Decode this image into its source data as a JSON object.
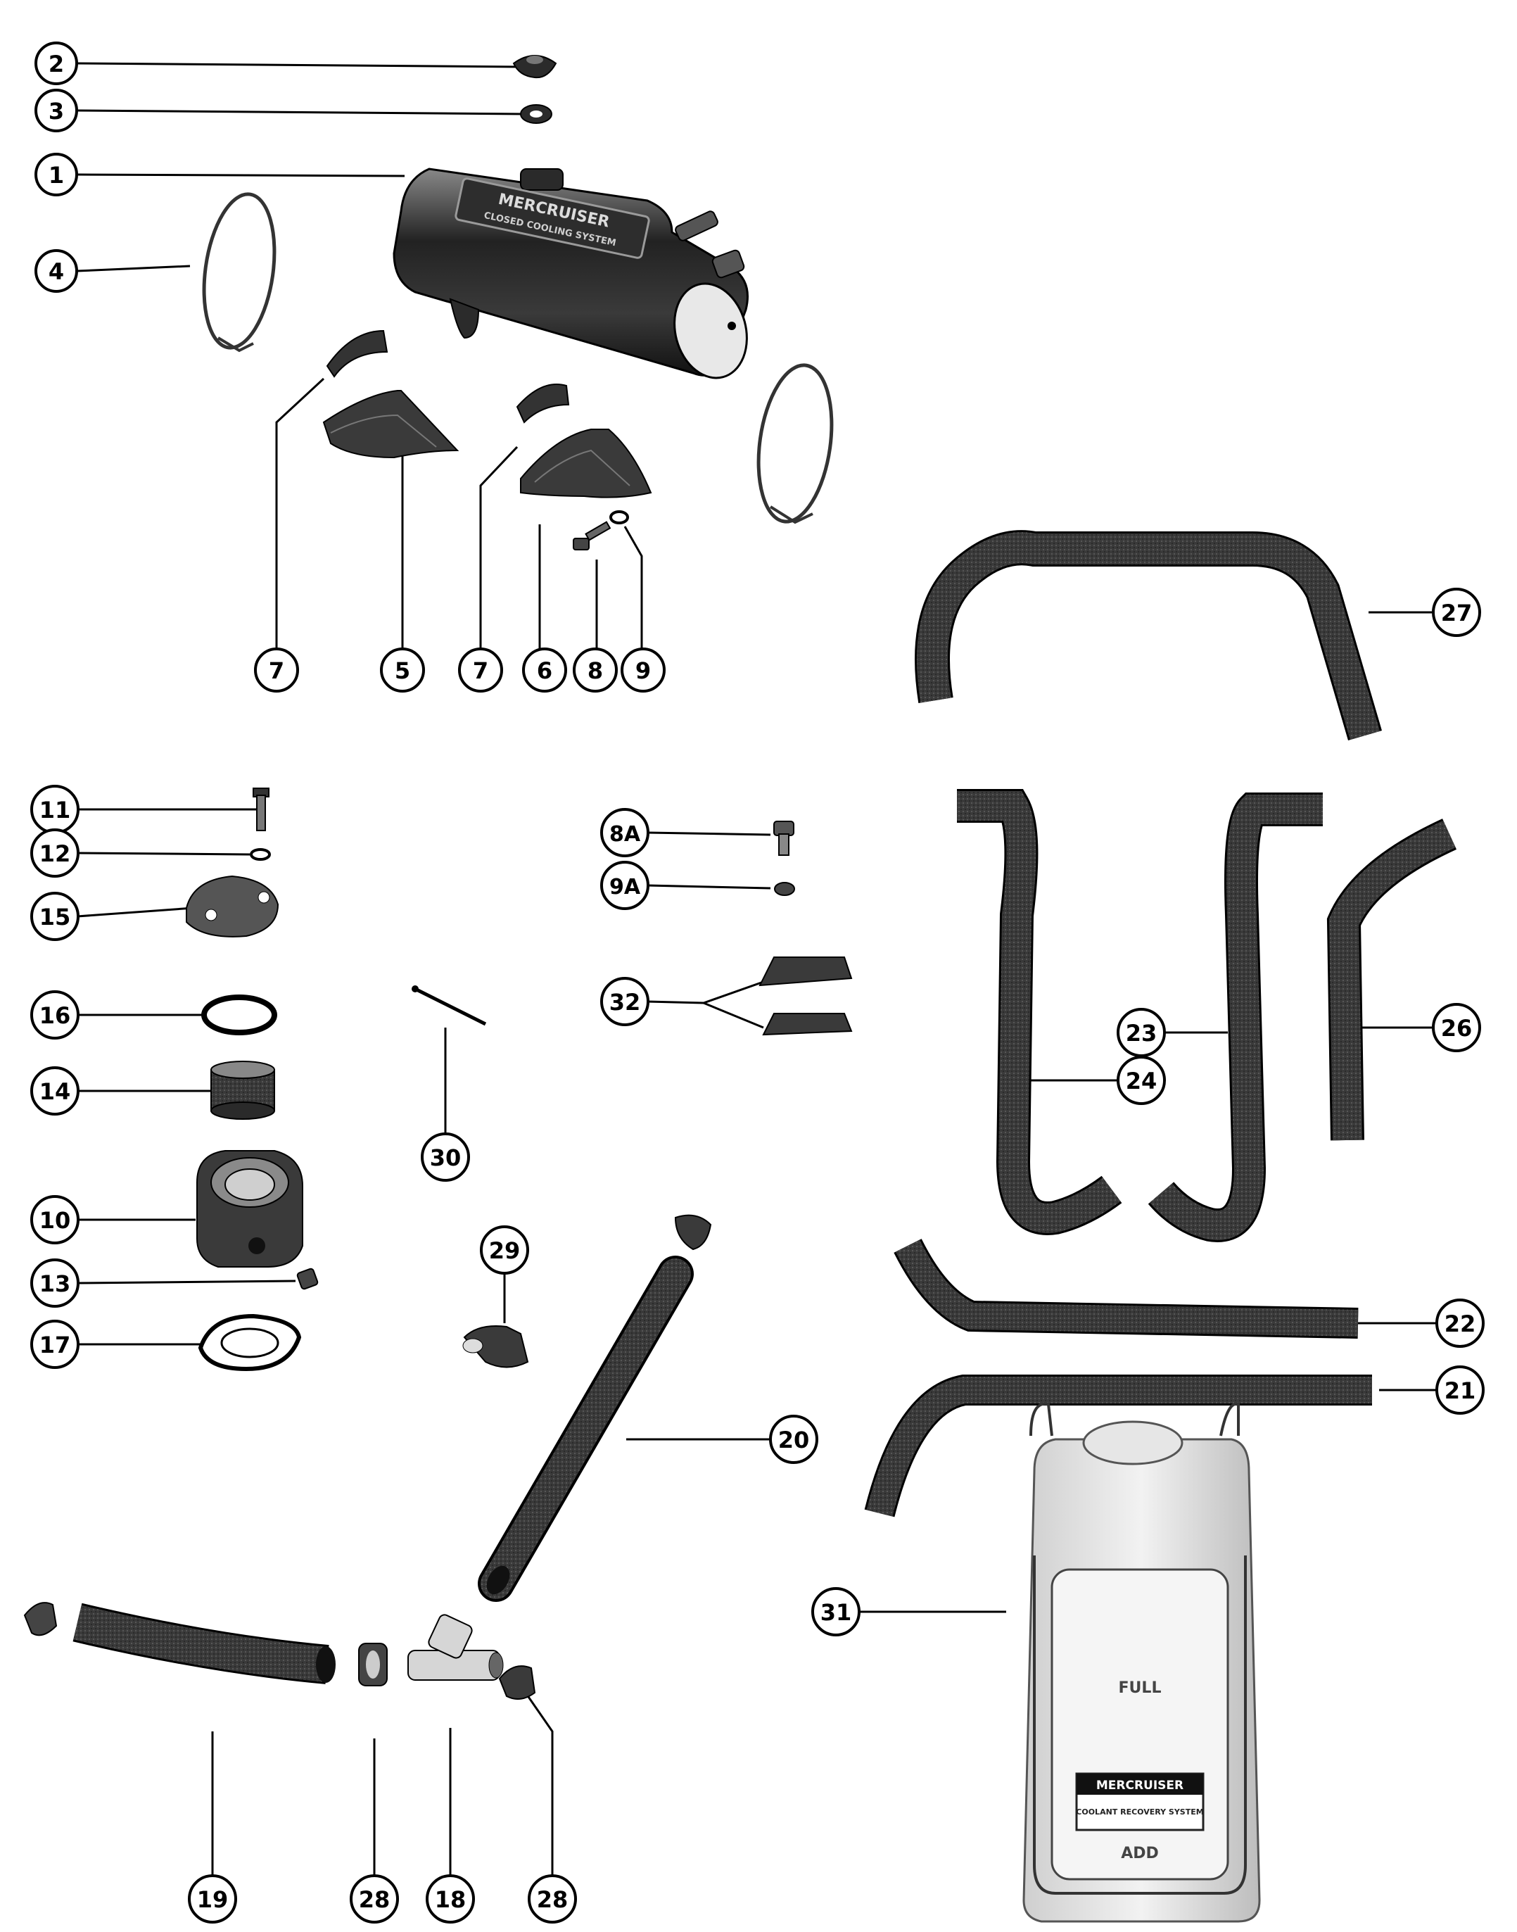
{
  "colors": {
    "ink": "#000000",
    "part_dark": "#2b2b2b",
    "part_mid": "#5a5a5a",
    "part_light": "#d8d8d8",
    "paper": "#ffffff"
  },
  "callouts": [
    {
      "id": "c2",
      "label": "2"
    },
    {
      "id": "c3",
      "label": "3"
    },
    {
      "id": "c1",
      "label": "1"
    },
    {
      "id": "c4",
      "label": "4"
    },
    {
      "id": "c7a",
      "label": "7"
    },
    {
      "id": "c5",
      "label": "5"
    },
    {
      "id": "c7b",
      "label": "7"
    },
    {
      "id": "c6",
      "label": "6"
    },
    {
      "id": "c8",
      "label": "8"
    },
    {
      "id": "c9",
      "label": "9"
    },
    {
      "id": "c27",
      "label": "27"
    },
    {
      "id": "c11",
      "label": "11"
    },
    {
      "id": "c12",
      "label": "12"
    },
    {
      "id": "c15",
      "label": "15"
    },
    {
      "id": "c16",
      "label": "16"
    },
    {
      "id": "c14",
      "label": "14"
    },
    {
      "id": "c10",
      "label": "10"
    },
    {
      "id": "c13",
      "label": "13"
    },
    {
      "id": "c17",
      "label": "17"
    },
    {
      "id": "c8A",
      "label": "8A"
    },
    {
      "id": "c9A",
      "label": "9A"
    },
    {
      "id": "c32",
      "label": "32"
    },
    {
      "id": "c30",
      "label": "30"
    },
    {
      "id": "c23",
      "label": "23"
    },
    {
      "id": "c24",
      "label": "24"
    },
    {
      "id": "c26",
      "label": "26"
    },
    {
      "id": "c29",
      "label": "29"
    },
    {
      "id": "c22",
      "label": "22"
    },
    {
      "id": "c21",
      "label": "21"
    },
    {
      "id": "c20",
      "label": "20"
    },
    {
      "id": "c31",
      "label": "31"
    },
    {
      "id": "c19",
      "label": "19"
    },
    {
      "id": "c28a",
      "label": "28"
    },
    {
      "id": "c18",
      "label": "18"
    },
    {
      "id": "c28b",
      "label": "28"
    }
  ],
  "reservoir": {
    "full_label": "FULL",
    "add_label": "ADD",
    "brand_label": "MERCRUISER",
    "panel_text": "COOLANT RECOVERY SYSTEM"
  },
  "heat_exchanger": {
    "brand_label": "MERCRUISER",
    "sub_label": "CLOSED COOLING SYSTEM"
  }
}
